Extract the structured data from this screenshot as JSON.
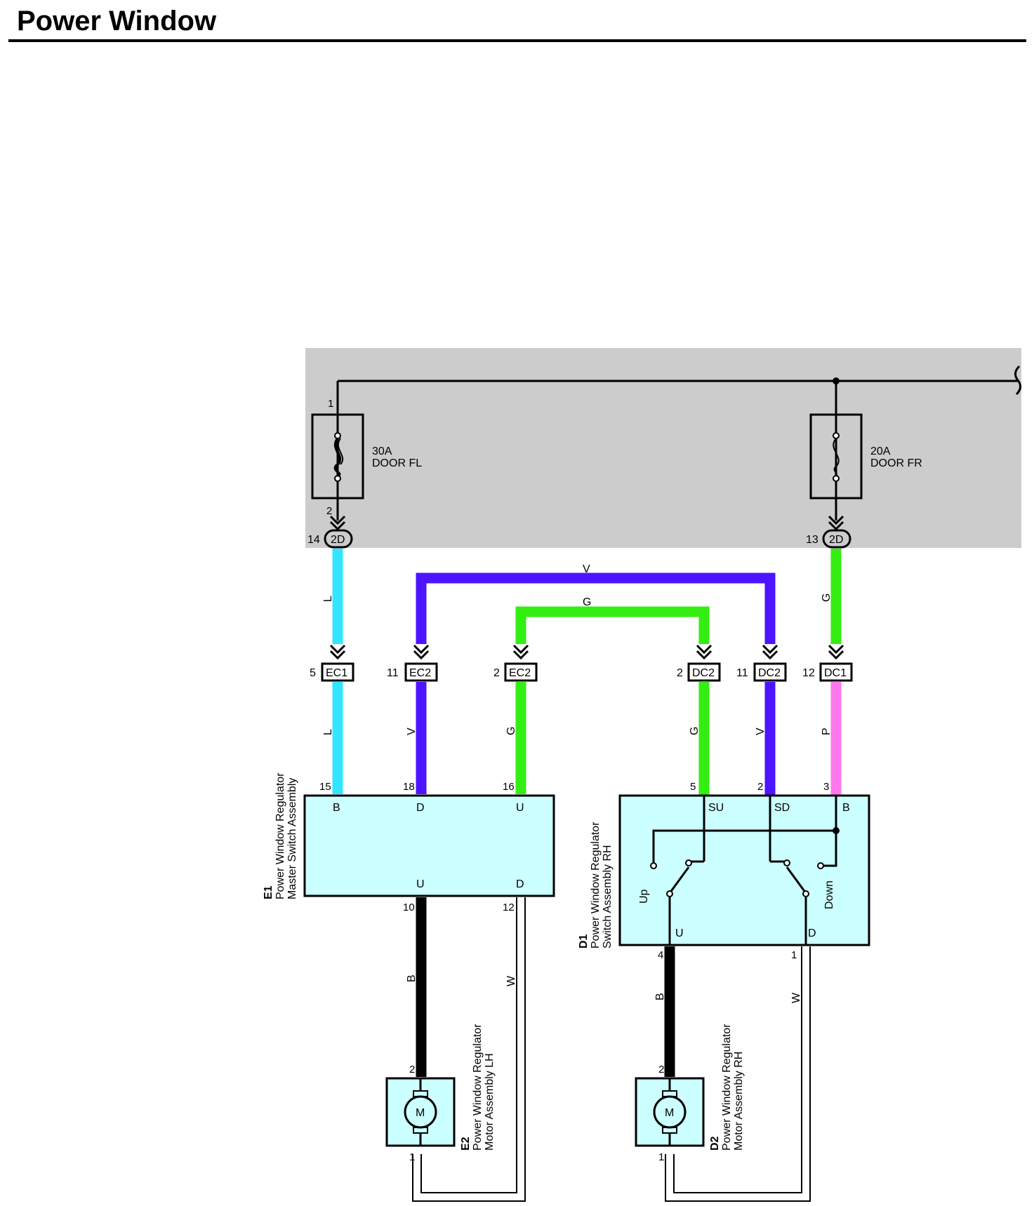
{
  "title": "Power Window",
  "colors": {
    "relay_box": "#cccccc",
    "component_fill": "#ccffff",
    "wire_L": "#33e6ff",
    "wire_V": "#4d14ff",
    "wire_G": "#33ee11",
    "wire_P": "#ff77ee",
    "wire_B": "#000000",
    "wire_W": "#ffffff"
  },
  "fuses": [
    {
      "rating": "30A",
      "name": "DOOR FL",
      "pin_in": "1",
      "pin_out": "2",
      "connector": "2D",
      "connector_pin": "14"
    },
    {
      "rating": "20A",
      "name": "DOOR FR",
      "connector": "2D",
      "connector_pin": "13"
    }
  ],
  "connectors": [
    {
      "id": "EC1",
      "pin": "5"
    },
    {
      "id": "EC2",
      "pin": "11"
    },
    {
      "id": "EC2",
      "pin": "2"
    },
    {
      "id": "DC2",
      "pin": "2"
    },
    {
      "id": "DC2",
      "pin": "11"
    },
    {
      "id": "DC1",
      "pin": "12"
    }
  ],
  "wire_colors": {
    "L": "L",
    "V": "V",
    "G": "G",
    "P": "P",
    "B": "B",
    "W": "W"
  },
  "components": {
    "E1": {
      "code": "E1",
      "name_line1": "Power Window Regulator",
      "name_line2": "Master Switch Assembly",
      "pins_top": [
        {
          "pin": "15",
          "term": "B"
        },
        {
          "pin": "18",
          "term": "D"
        },
        {
          "pin": "16",
          "term": "U"
        }
      ],
      "pins_bottom": [
        {
          "pin": "10",
          "term": "U"
        },
        {
          "pin": "12",
          "term": "D"
        }
      ]
    },
    "D1": {
      "code": "D1",
      "name_line1": "Power Window Regulator",
      "name_line2": "Switch Assembly RH",
      "pins_top": [
        {
          "pin": "5",
          "term": "SU"
        },
        {
          "pin": "2",
          "term": "SD"
        },
        {
          "pin": "3",
          "term": "B"
        }
      ],
      "pins_bottom": [
        {
          "pin": "4",
          "term": "U"
        },
        {
          "pin": "1",
          "term": "D"
        }
      ],
      "switch_up": "Up",
      "switch_down": "Down"
    },
    "E2": {
      "code": "E2",
      "name_line1": "Power Window Regulator",
      "name_line2": "Motor Assembly LH",
      "pin_top": "2",
      "pin_bottom": "1",
      "symbol": "M"
    },
    "D2": {
      "code": "D2",
      "name_line1": "Power Window Regulator",
      "name_line2": "Motor Assembly RH",
      "pin_top": "2",
      "pin_bottom": "1",
      "symbol": "M"
    }
  }
}
